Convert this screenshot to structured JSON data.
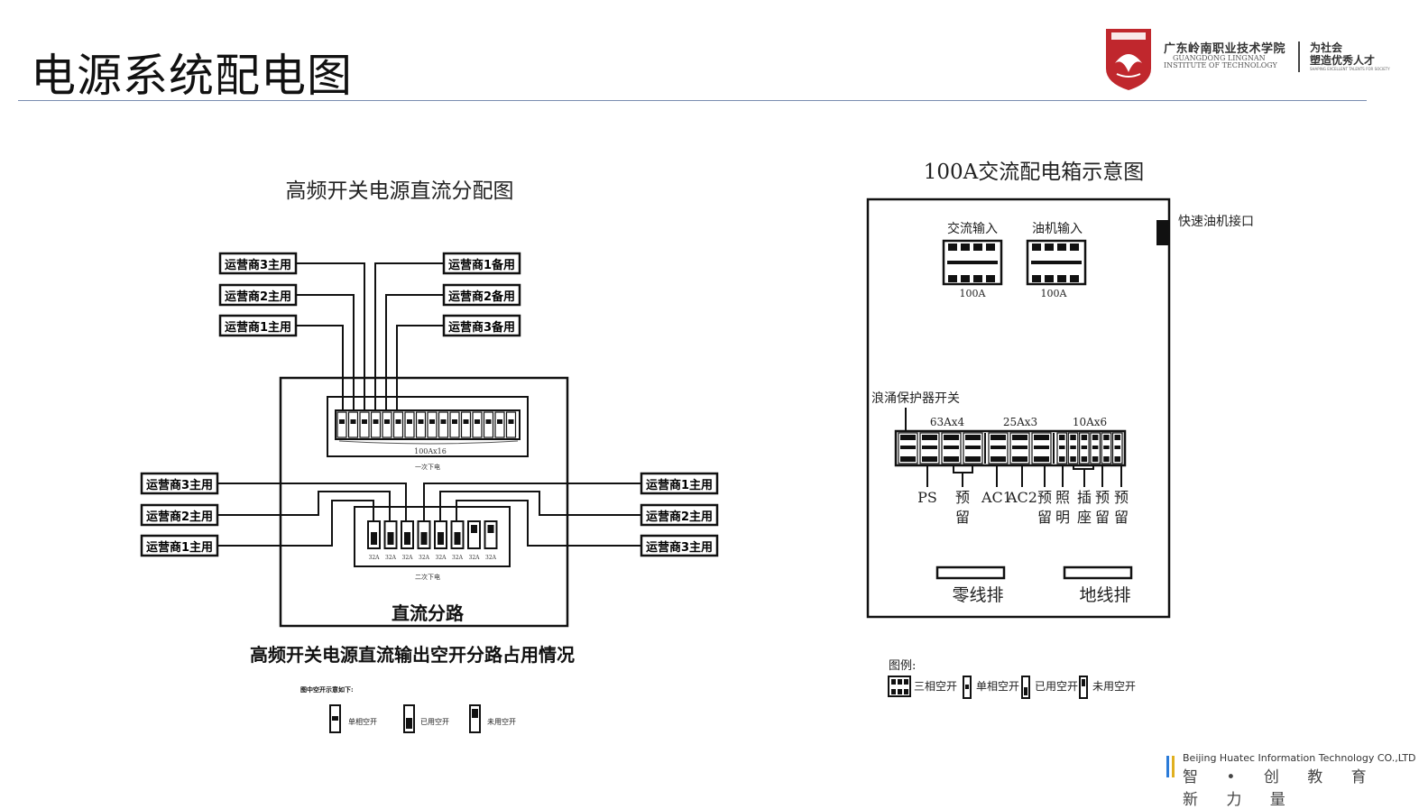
{
  "header": {
    "title": "电源系统配电图",
    "school_cn": "广东岭南职业技术学院",
    "school_en_line1": "GUANGDONG LINGNAN",
    "school_en_line2": "INSTITUTE OF TECHNOLOGY",
    "slogan_line1": "为社会",
    "slogan_line2": "塑造优秀人才",
    "slogan_en": "SHAPING EXCELLENT TALENTS FOR SOCIETY",
    "colors": {
      "rule": "#7a8db0",
      "logo_red": "#c0272d"
    }
  },
  "left_diagram": {
    "title": "高频开关电源直流分配图",
    "top_left_labels": [
      "运营商3主用",
      "运营商2主用",
      "运营商1主用"
    ],
    "top_right_labels": [
      "运营商1备用",
      "运营商2备用",
      "运营商3备用"
    ],
    "first_panel_rating": "100Ax16",
    "first_panel_caption": "一次下电",
    "mid_left_labels": [
      "运营商3主用",
      "运营商2主用",
      "运营商1主用"
    ],
    "mid_right_labels": [
      "运营商1主用",
      "运营商2主用",
      "运营商3主用"
    ],
    "second_panel_ratings": [
      "32A",
      "32A",
      "32A",
      "32A",
      "32A",
      "32A",
      "32A",
      "32A"
    ],
    "second_panel_caption": "二次下电",
    "box_caption": "直流分路",
    "subtitle": "高频开关电源直流输出空开分路占用情况",
    "legend_title": "图中空开示意如下:",
    "legend_items": [
      "单相空开",
      "已用空开",
      "未用空开"
    ]
  },
  "right_diagram": {
    "title": "100A交流配电箱示意图",
    "quick_connector": "快速油机接口",
    "ac_input": "交流输入",
    "gen_input": "油机输入",
    "ac_rating": "100A",
    "gen_rating": "100A",
    "surge_label": "浪涌保护器开关",
    "group_ratings": [
      "63Ax4",
      "25Ax3",
      "10Ax6"
    ],
    "outputs": [
      {
        "top": "PS",
        "bottom": ""
      },
      {
        "top": "预",
        "bottom": "留"
      },
      {
        "top": "AC1",
        "bottom": ""
      },
      {
        "top": "AC2",
        "bottom": ""
      },
      {
        "top": "预",
        "bottom": "留"
      },
      {
        "top": "照",
        "bottom": "明"
      },
      {
        "top": "插",
        "bottom": "座"
      },
      {
        "top": "预",
        "bottom": "留"
      },
      {
        "top": "预",
        "bottom": "留"
      }
    ],
    "neutral_bar": "零线排",
    "ground_bar": "地线排",
    "legend_title": "图例:",
    "legend_items": [
      "三相空开",
      "单相空开",
      "已用空开",
      "未用空开"
    ]
  },
  "footer": {
    "company_en": "Beijing Huatec Information Technology CO.,LTD",
    "slogan_cn": "智 • 创 教 育 新 力 量",
    "bar_colors": [
      "#2b7bd8",
      "#e0b020"
    ]
  }
}
